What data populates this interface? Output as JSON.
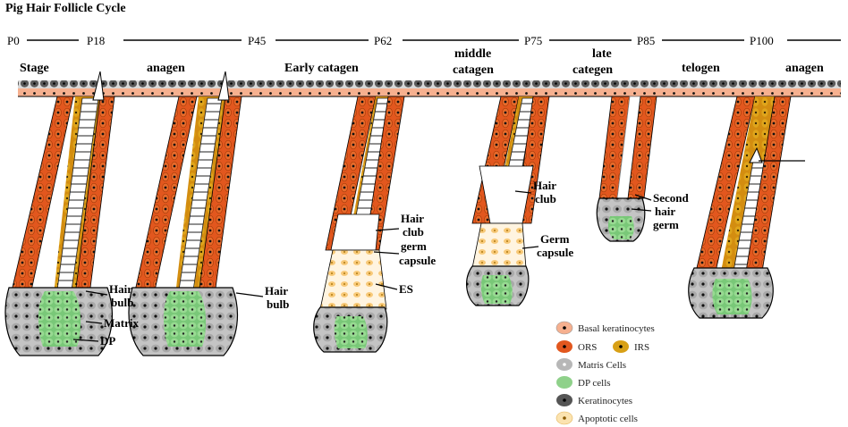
{
  "title": "Pig Hair Follicle Cycle",
  "timeline": [
    "P0",
    "P18",
    "P45",
    "P62",
    "P75",
    "P85",
    "P100"
  ],
  "stages": [
    "Stage",
    "anagen",
    "Early catagen",
    "middle",
    "catagen",
    "late",
    "categen",
    "telogen",
    "anagen"
  ],
  "annotations": {
    "hair": "Hair",
    "bulb": "bulb",
    "matrix": "Matrix",
    "dp": "DP",
    "club": "club",
    "germ": "germ",
    "capsule": "capsule",
    "es": "ES",
    "germ_cap": "Germ",
    "second": "Second",
    "hair2": "hair",
    "germ2": "germ"
  },
  "legend": [
    {
      "label": "Basal keratinocytes",
      "color": "#f6b08f",
      "nucleus": "#000000"
    },
    {
      "label": "ORS",
      "color": "#e2571e",
      "nucleus": "#000000"
    },
    {
      "label": "IRS",
      "color": "#d8a016",
      "nucleus": "#000000"
    },
    {
      "label": "Matris Cells",
      "color": "#b7b7b7",
      "nucleus": "#ffffff"
    },
    {
      "label": "DP cells",
      "color": "#8fd18a",
      "nucleus": "#8fd18a"
    },
    {
      "label": "Keratinocytes",
      "color": "#555555",
      "nucleus": "#000000"
    },
    {
      "label": "Apoptotic cells",
      "color": "#fbe3b0",
      "nucleus": "#8a5a00"
    }
  ]
}
